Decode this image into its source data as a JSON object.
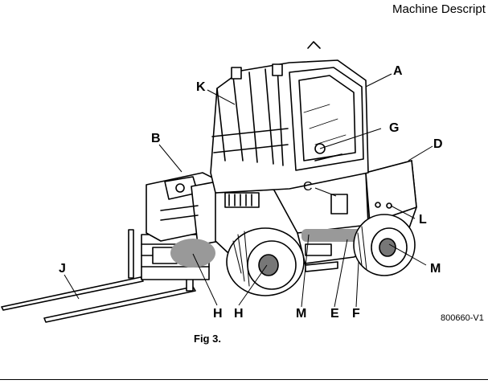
{
  "header": {
    "title": "Machine Descript"
  },
  "figure": {
    "caption": "Fig 3.",
    "code": "800660-V1",
    "callouts": {
      "A": "A",
      "B": "B",
      "C": "C",
      "D": "D",
      "E": "E",
      "F": "F",
      "G": "G",
      "H1": "H",
      "H2": "H",
      "J": "J",
      "K": "K",
      "L": "L",
      "M1": "M",
      "M2": "M"
    }
  }
}
